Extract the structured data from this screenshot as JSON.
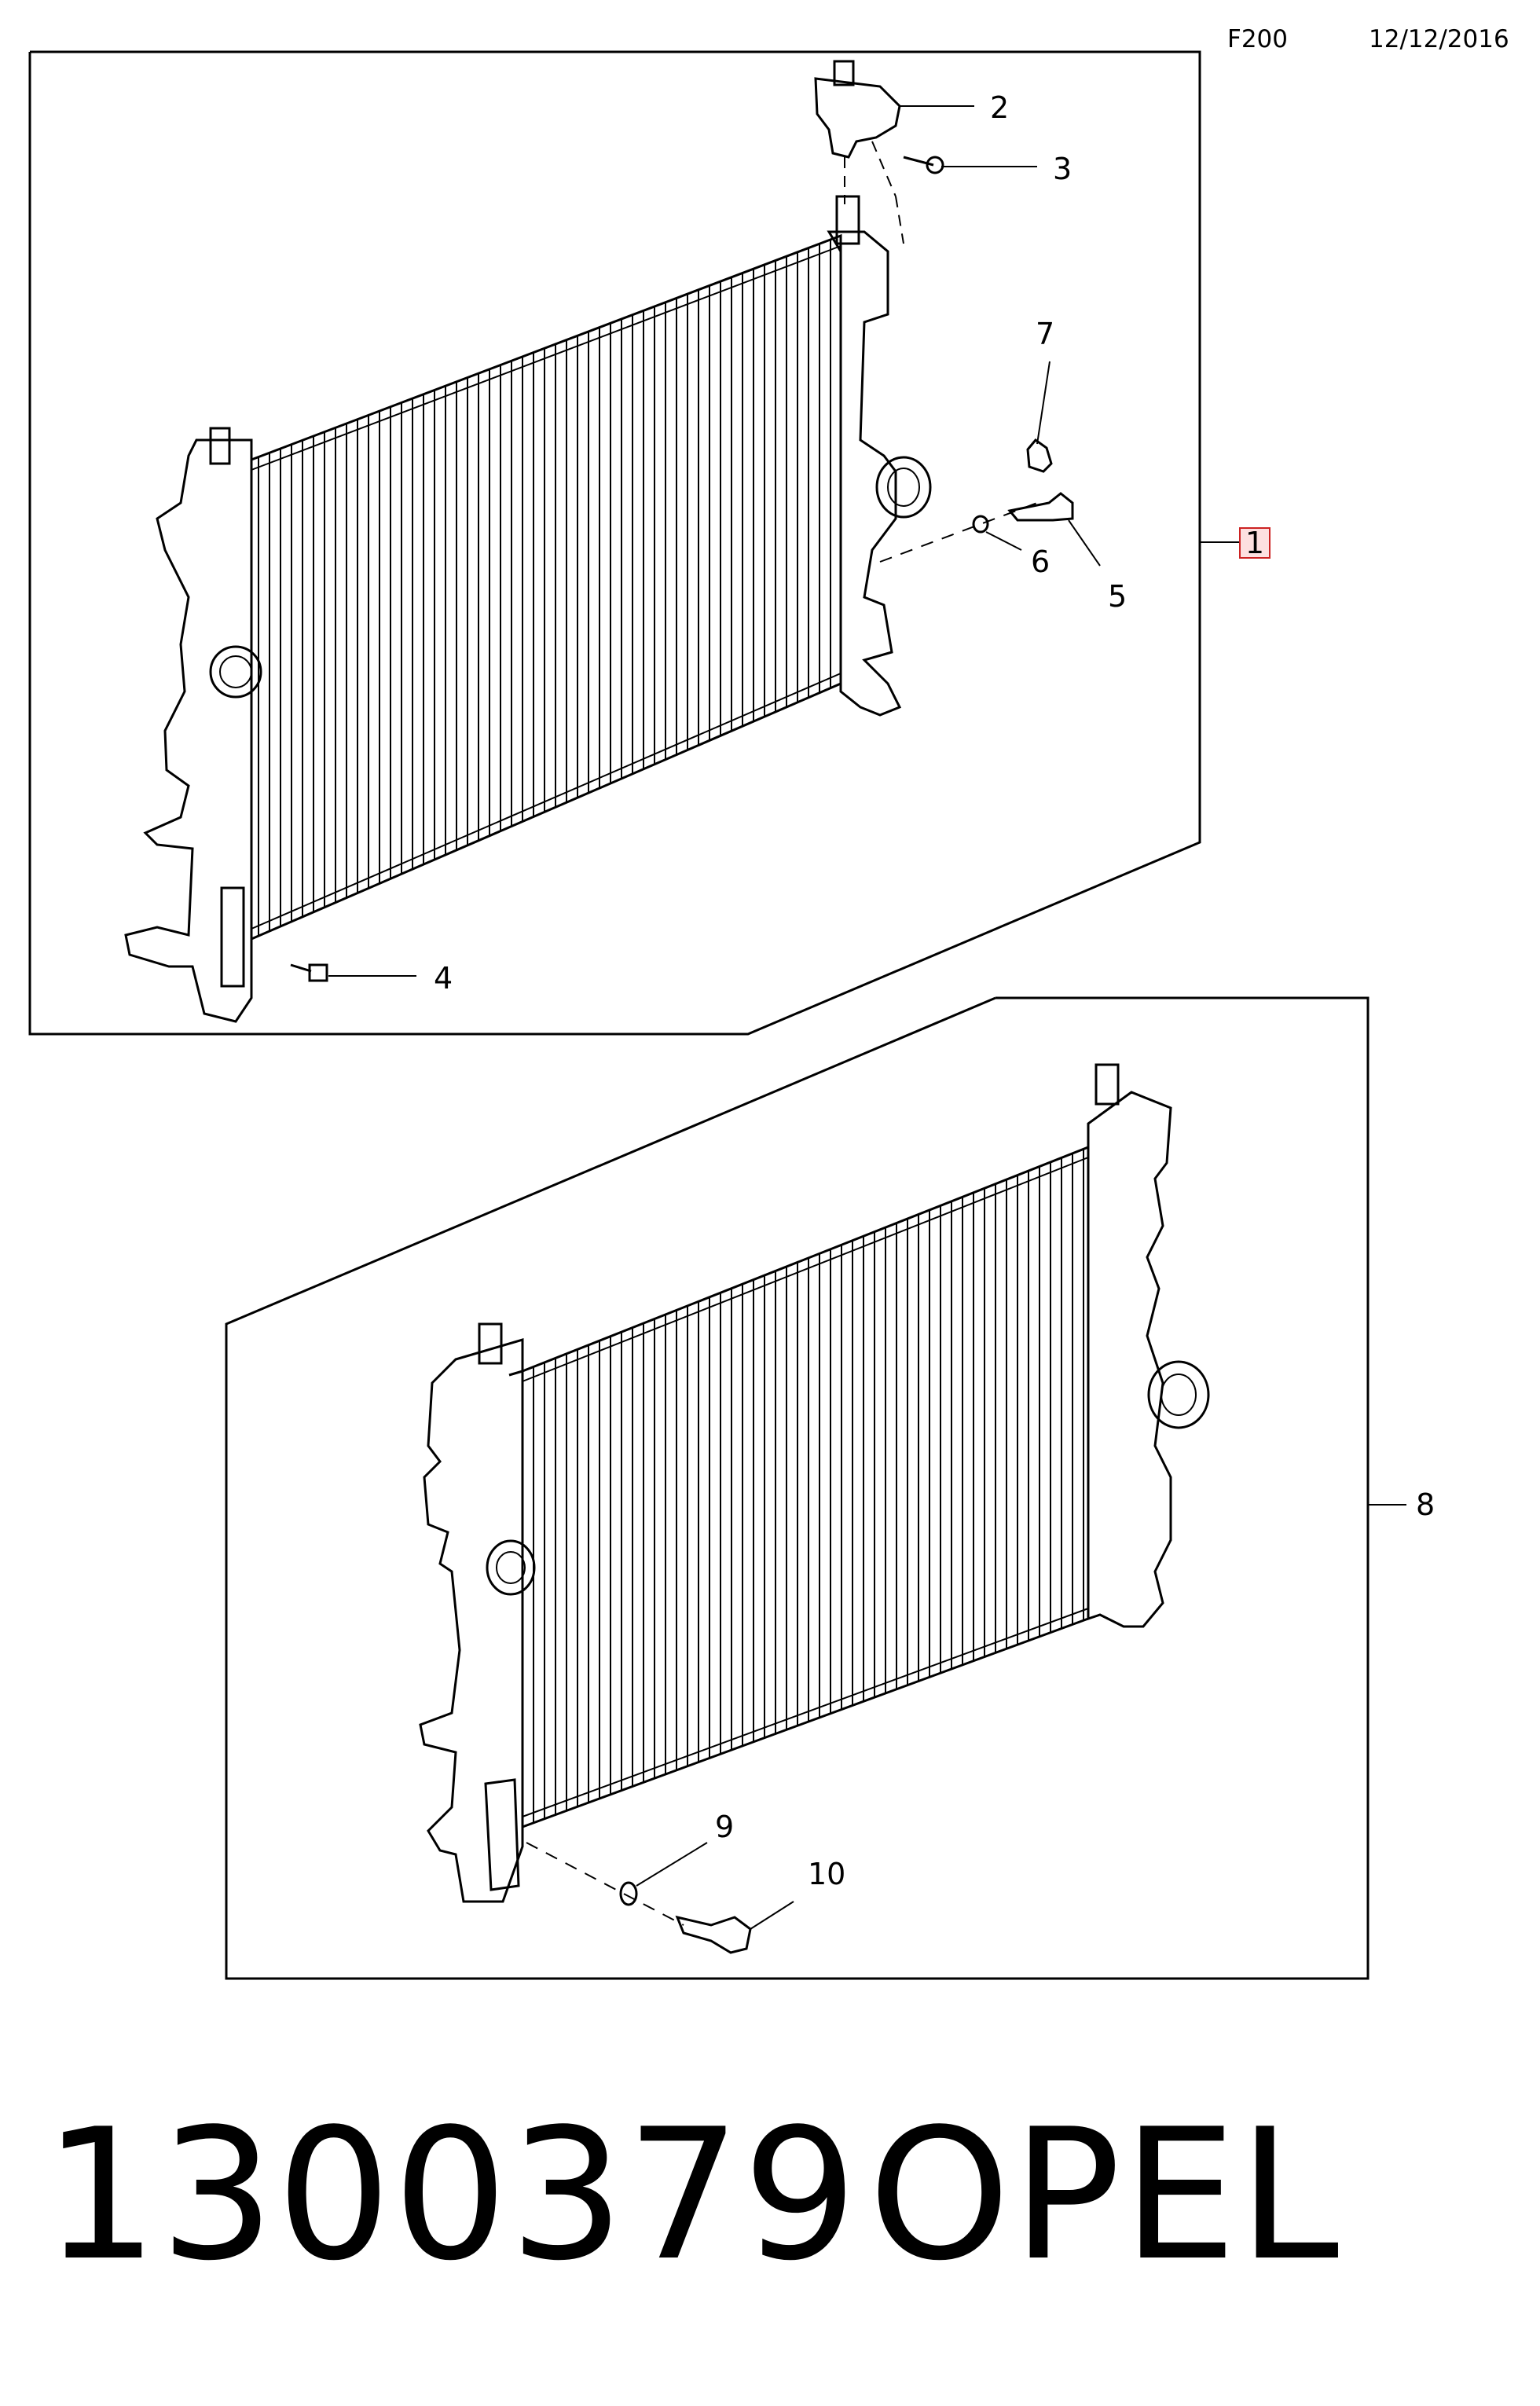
{
  "header": {
    "page_code": "F200",
    "date": "12/12/2016"
  },
  "callouts": {
    "c1": "1",
    "c2": "2",
    "c3": "3",
    "c4": "4",
    "c5": "5",
    "c6": "6",
    "c7": "7",
    "c8": "8",
    "c9": "9",
    "c10": "10"
  },
  "footer": {
    "part_number": "1300379",
    "brand": "OPEL"
  },
  "colors": {
    "line": "#000000",
    "highlight_box_fill": "#fde0e0",
    "highlight_box_border": "#cc2222"
  }
}
